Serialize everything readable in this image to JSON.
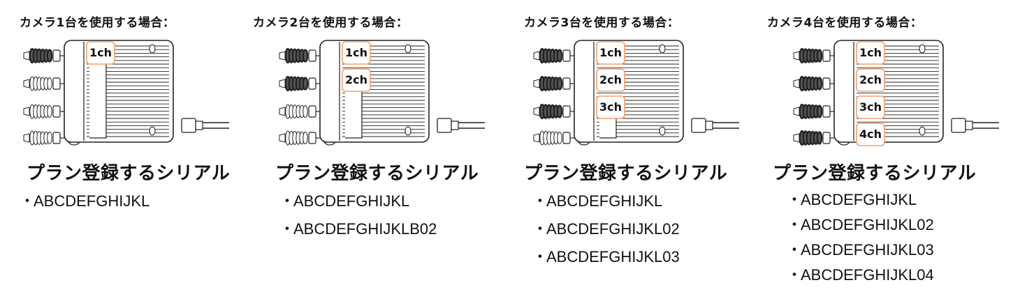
{
  "panels": [
    {
      "title": "カメラ1台を使用する場合：",
      "channels": [
        "1ch"
      ],
      "plan_heading": "プラン登録するシリアル",
      "serials": [
        "ABCDEFGHIJKL"
      ]
    },
    {
      "title": "カメラ2台を使用する場合：",
      "channels": [
        "1ch",
        "2ch"
      ],
      "plan_heading": "プラン登録するシリアル",
      "serials": [
        "ABCDEFGHIJKL",
        "ABCDEFGHIJKLB02"
      ]
    },
    {
      "title": "カメラ3台を使用する場合：",
      "channels": [
        "1ch",
        "2ch",
        "3ch"
      ],
      "plan_heading": "プラン登録するシリアル",
      "serials": [
        "ABCDEFGHIJKL",
        "ABCDEFGHIJKL02",
        "ABCDEFGHIJKL03"
      ]
    },
    {
      "title": "カメラ4台を使用する場合：",
      "channels": [
        "1ch",
        "2ch",
        "3ch",
        "4ch"
      ],
      "plan_heading": "プラン登録するシリアル",
      "serials": [
        "ABCDEFGHIJKL",
        "ABCDEFGHIJKL02",
        "ABCDEFGHIJKL03",
        "ABCDEFGHIJKL04"
      ]
    }
  ],
  "bullet_glyph": "・",
  "colors": {
    "channel_border": "#f0a070",
    "line": "#222222"
  }
}
